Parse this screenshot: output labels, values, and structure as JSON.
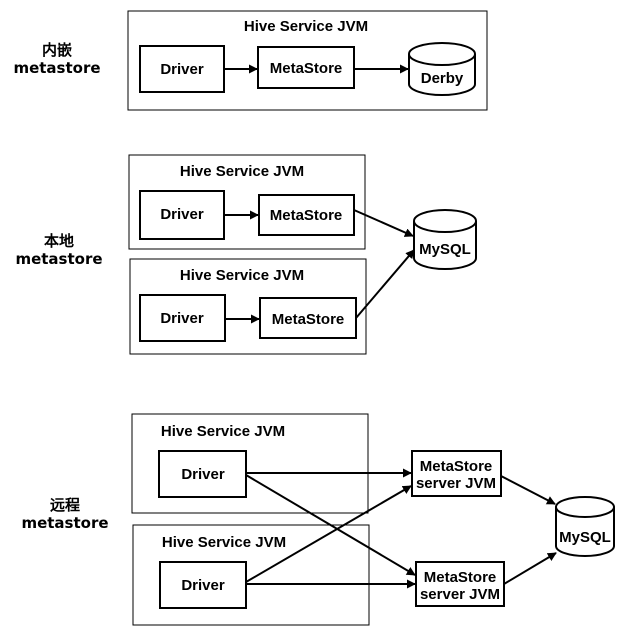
{
  "sections": {
    "embedded": {
      "label_line1": "内嵌",
      "label_line2": "metastore",
      "jvm_title": "Hive Service JVM",
      "driver": "Driver",
      "metastore": "MetaStore",
      "db": "Derby"
    },
    "local": {
      "label_line1": "本地",
      "label_line2": "metastore",
      "jvm1_title": "Hive Service JVM",
      "jvm1_driver": "Driver",
      "jvm1_metastore": "MetaStore",
      "jvm2_title": "Hive Service JVM",
      "jvm2_driver": "Driver",
      "jvm2_metastore": "MetaStore",
      "db": "MySQL"
    },
    "remote": {
      "label_line1": "远程",
      "label_line2": "metastore",
      "jvm1_title": "Hive Service JVM",
      "jvm1_driver": "Driver",
      "jvm2_title": "Hive Service JVM",
      "jvm2_driver": "Driver",
      "server1_line1": "MetaStore",
      "server1_line2": "server JVM",
      "server2_line1": "MetaStore",
      "server2_line2": "server JVM",
      "db": "MySQL"
    }
  }
}
